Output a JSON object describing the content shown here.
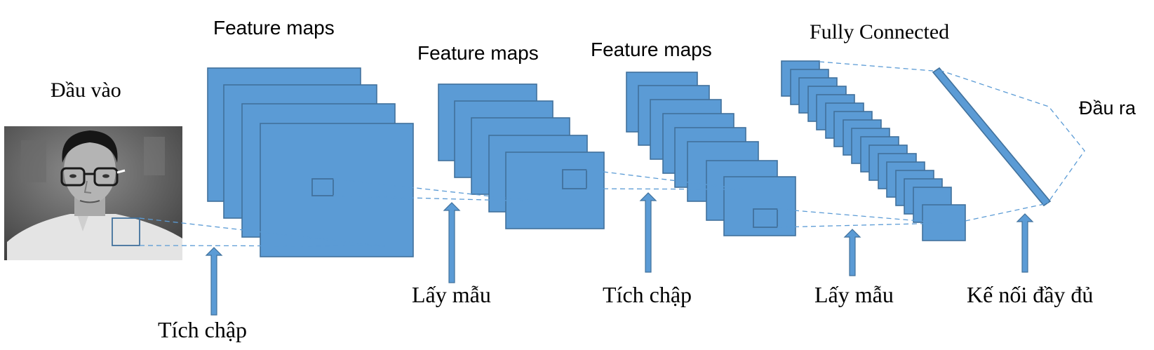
{
  "labels": {
    "input": "Đầu vào",
    "feature_maps_1": "Feature maps",
    "feature_maps_2": "Feature maps",
    "feature_maps_3": "Feature maps",
    "fully_connected": "Fully Connected",
    "output": "Đầu ra",
    "convolution_1": "Tích chập",
    "pooling_1": "Lấy mẫu",
    "convolution_2": "Tích chập",
    "pooling_2": "Lấy mẫu",
    "full_connection": "Kế nối đầy đủ"
  },
  "colors": {
    "map_fill": "#5b9bd5",
    "map_stroke": "#41719c",
    "connector": "#5b9bd5"
  }
}
